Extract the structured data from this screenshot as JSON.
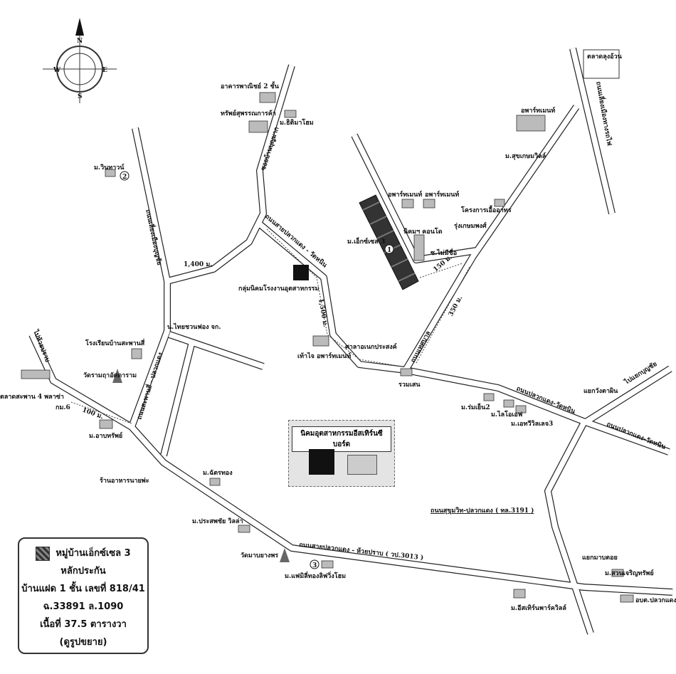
{
  "compass": {
    "n": "N",
    "e": "E",
    "s": "S",
    "w": "W"
  },
  "labels": [
    "อาคารพาณิชย์ 2 ชั้น",
    "ทรัพย์สุพรรณการค้า",
    "ม.ธิติมาโฮม",
    "ม.วินทาวน์",
    "ถนนเลี่ยงเมืองบุญชัย",
    "ซอยบ้านบุญมาก",
    "ถนนสายปลวกแดง - วัดหนิน",
    "กลุ่มนิคมโรงงานอุตสาหกรรม",
    "1,400 ม.",
    "1,500 ม.",
    "น.ไทยชวนฟอง จก.",
    "โรงเรียนบ้านสะพานสี่",
    "วัดรามฤาอัศดาราม",
    "ตลาดสะพาน 4 พลาซ่า",
    "กม.6",
    "100 ม.",
    "ม.อาบทรัพย์",
    "ร้านอาหารนายพ่ะ",
    "ไปห้วยปราบ",
    "ถนนสะพานสี่ - ปลวกแดง",
    "ม.ฉัตรทอง",
    "ม.ประสพชัย วิลล่า",
    "วัดมาบยางพร",
    "ม.แฟมิลี่ทองลิฟวิ่งโฮม",
    "ถนนสายปลวกแดง - ห้วยปราบ ( วป.3013 )",
    "ม.อีสเทิร์นพาร์ควิลล์",
    "แยกมาบตอย",
    "ม.สวนเจริญทรัพย์",
    "อบต.ปลวกแดง",
    "ถนนสุขุมวิท-ปลวกแดง ( ทล.3191 )",
    "แยกวังตาผิน",
    "ถนนปลวกแดง-วัดหนิน",
    "ไปแยกบุญชัย",
    "ถนนปลวกแดง-วัดหนิน",
    "ม.ร่มเย็น2",
    "ม.ไลโอเอฟ",
    "ม.เอทวีวิลเลจ3",
    "รวมเสน",
    "ศาลาอเนกประสงค์",
    "เท้าไจ อพาร์ทเมนท์",
    "ถนนเทศบาล",
    "350 ม.",
    "150 ม.",
    "ม.เอ็กซ์เซล 3",
    "นิคมฯ คอนโด",
    "ซ.ไม่มีชื่อ",
    "รุ่งเกษมพงศ์",
    "โครงการเอื้ออาทร",
    "อพาร์ทเมนท์",
    "อพาร์ทเมนท์",
    "ม.สุขเกษมวิลล์",
    "อพาร์ทเมนท์",
    "ตลาดลุงอ้วน",
    "ถนนเลี่ยงเมืองทางรถไฟ"
  ],
  "markers": {
    "one": "1",
    "two": "2",
    "three": "3"
  },
  "estate": {
    "title": "นิคมอุตสาหกรรมอีสเทิร์นซีบอร์ด"
  },
  "legend": {
    "title": "หมู่บ้านเอ็กซ์เซล 3",
    "line2": "หลักประกัน",
    "line3": "บ้านแฝด 1 ชั้น เลขที่ 818/41",
    "line4": "ฉ.33891 ล.1090",
    "line5": "เนื้อที่ 37.5 ตารางวา",
    "line6": "(ดูรูปขยาย)"
  }
}
